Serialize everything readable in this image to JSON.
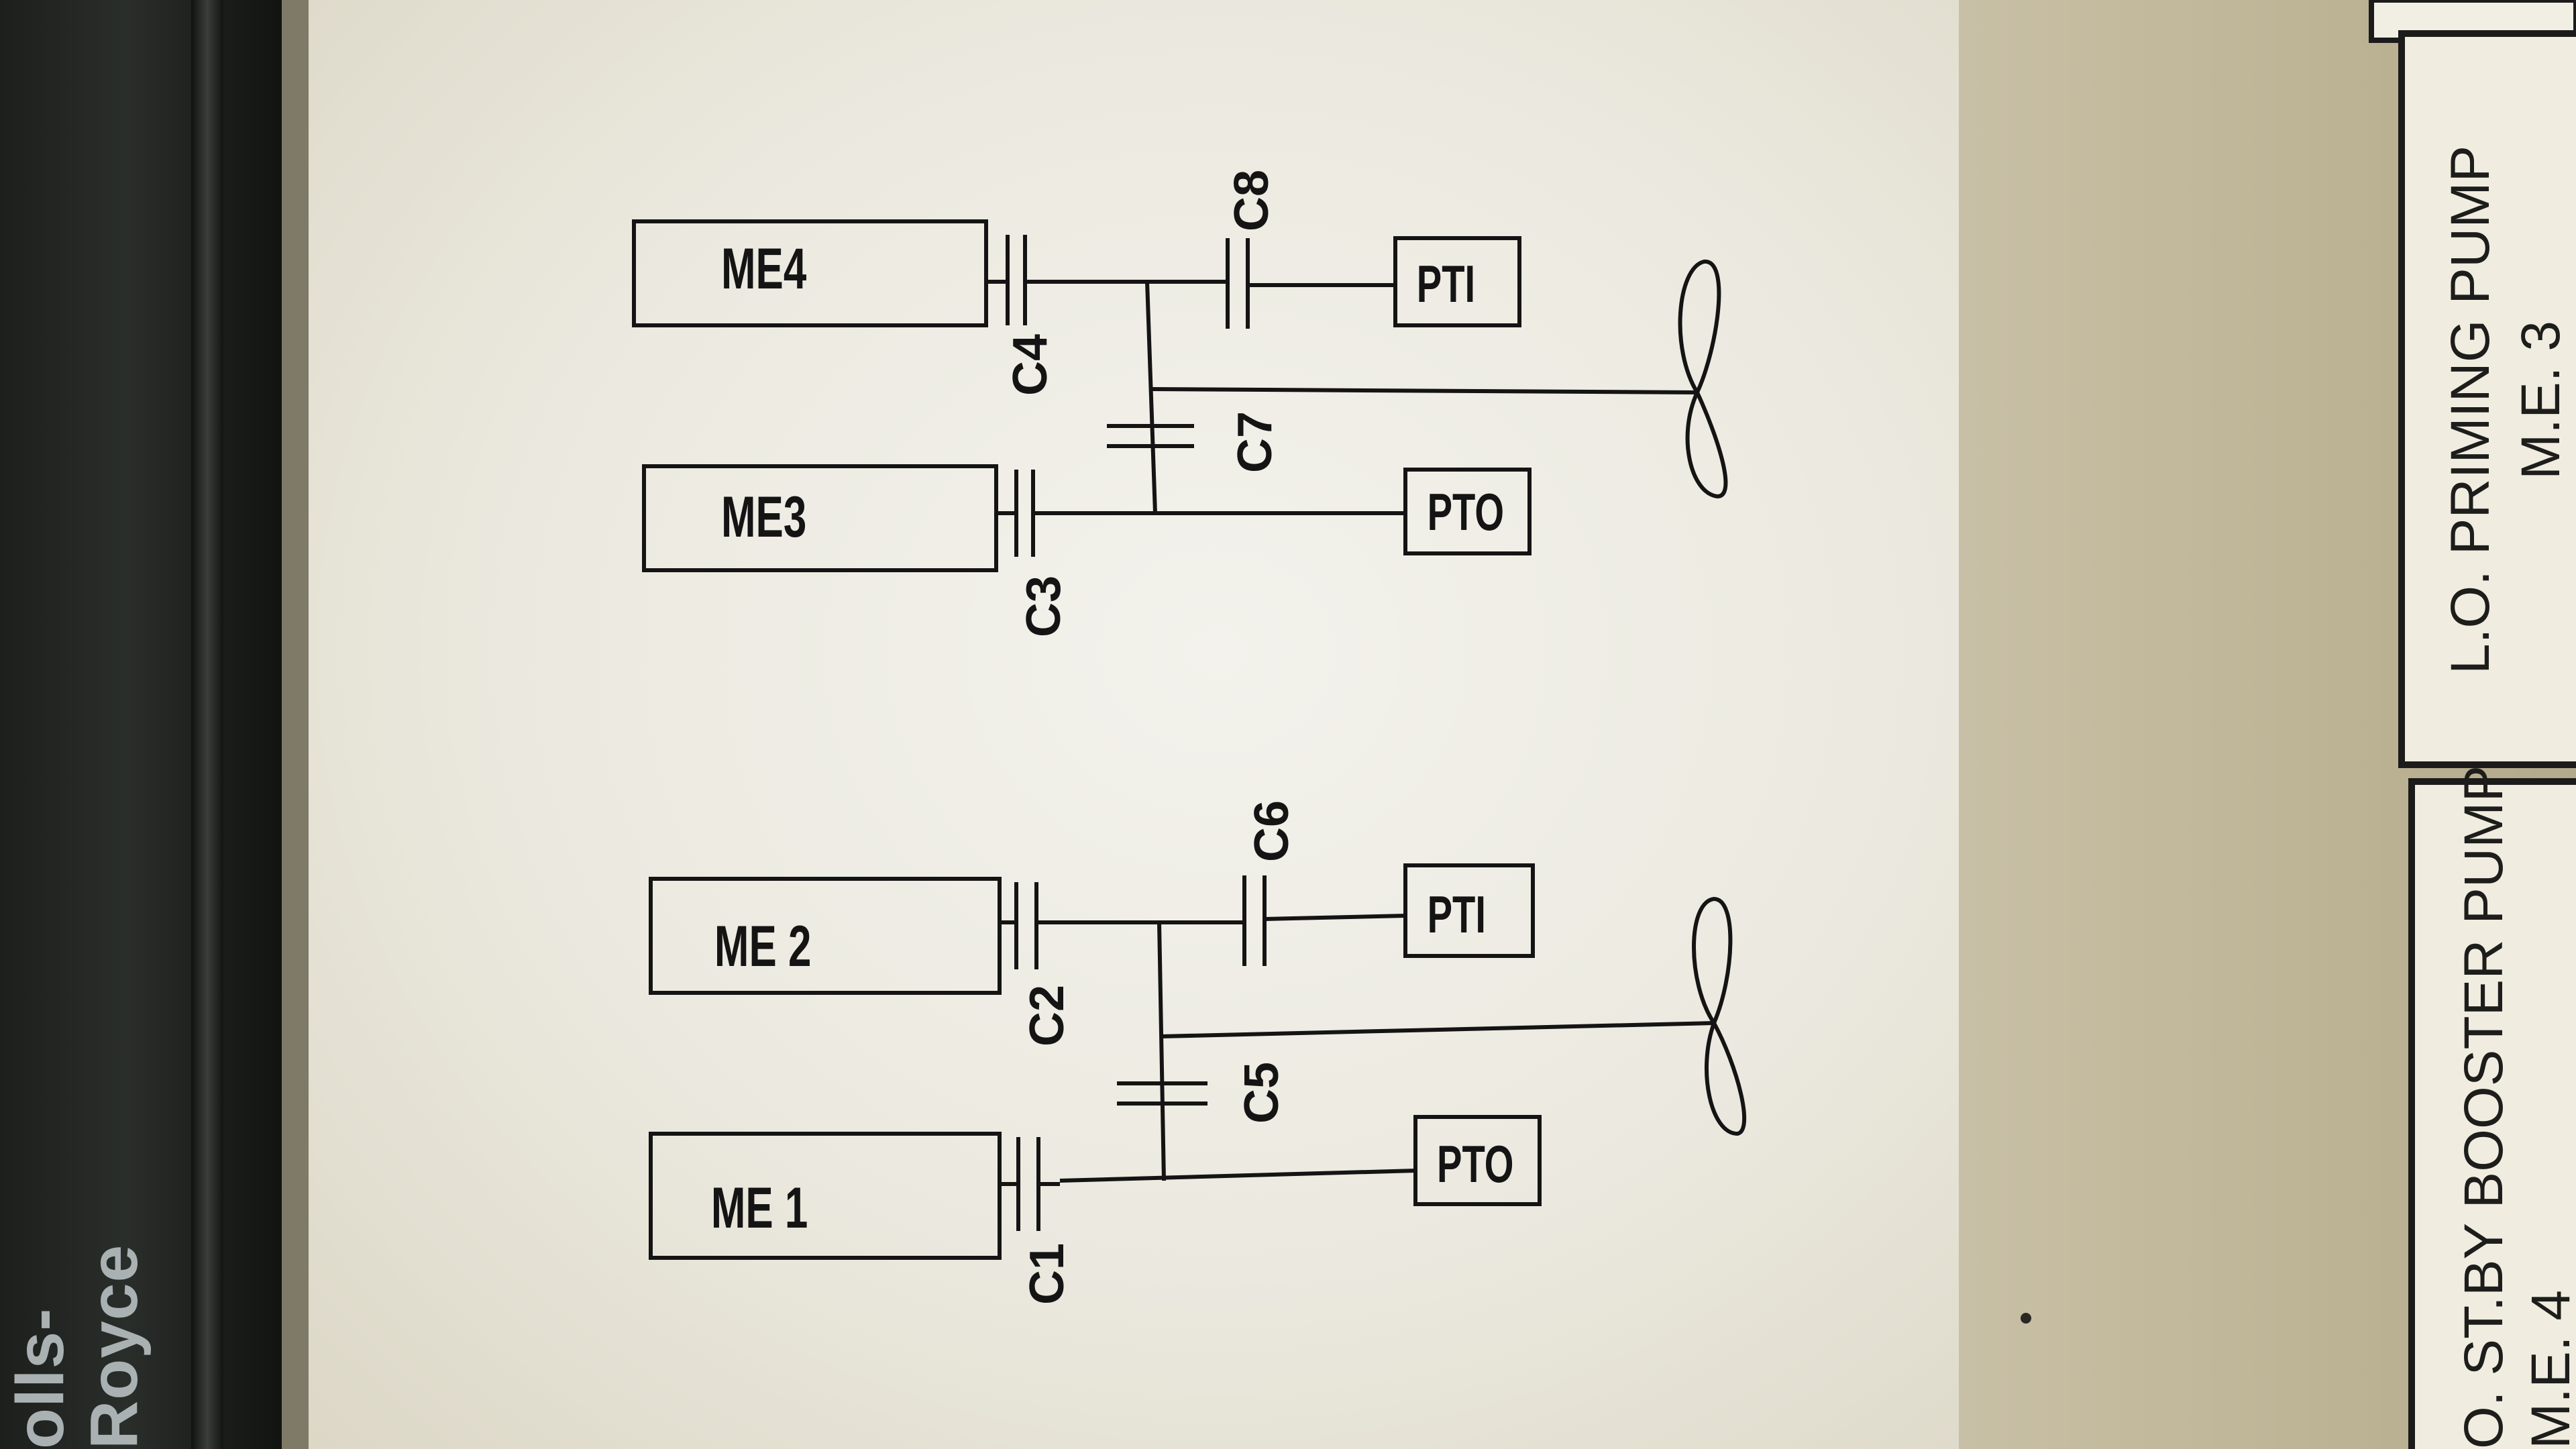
{
  "brand_text": "olls-Royce",
  "schematic": {
    "engines": [
      "ME4",
      "ME3",
      "ME 2",
      "ME 1"
    ],
    "couplings": [
      "C1",
      "C2",
      "C3",
      "C4",
      "C5",
      "C6",
      "C7",
      "C8"
    ],
    "aux_units": {
      "pti_top": "PTI",
      "pto_top": "PTO",
      "pti_bottom": "PTI",
      "pto_bottom": "PTO"
    }
  },
  "labels": {
    "plate_1_line_1": "L.O. PRIMING PUMP",
    "plate_1_line_2": "M.E. 3",
    "plate_2_line_1": "O. ST.BY BOOSTER PUMP",
    "plate_2_line_2": "M.E. 4"
  },
  "colors": {
    "bezel": "#1f2220",
    "paper": "#ece9df",
    "panel": "#bfb597",
    "ink": "#141414"
  }
}
